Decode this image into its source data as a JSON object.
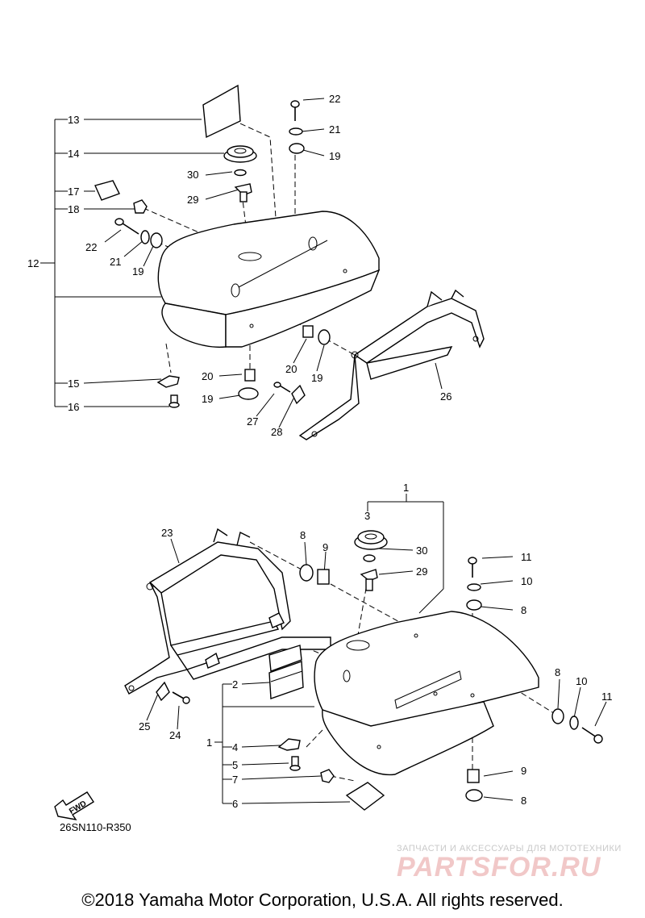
{
  "callouts": {
    "c1": "1",
    "c2": "2",
    "c3": "3",
    "c4": "4",
    "c5": "5",
    "c6": "6",
    "c7": "7",
    "c8": "8",
    "c9": "9",
    "c10": "10",
    "c11": "11",
    "c12": "12",
    "c13": "13",
    "c14": "14",
    "c15": "15",
    "c16": "16",
    "c17": "17",
    "c18": "18",
    "c19": "19",
    "c20": "20",
    "c21": "21",
    "c22": "22",
    "c23": "23",
    "c24": "24",
    "c25": "25",
    "c26": "26",
    "c27": "27",
    "c28": "28",
    "c29": "29",
    "c30": "30"
  },
  "fwd_label": "FWD",
  "diagram_code": "26SN110-R350",
  "watermark": {
    "tagline": "ЗАПЧАСТИ И АКСЕССУАРЫ ДЛЯ МОТОТЕХНИКИ",
    "brand": "PARTSFOR.RU"
  },
  "copyright": "©2018 Yamaha Motor Corporation, U.S.A. All rights reserved."
}
